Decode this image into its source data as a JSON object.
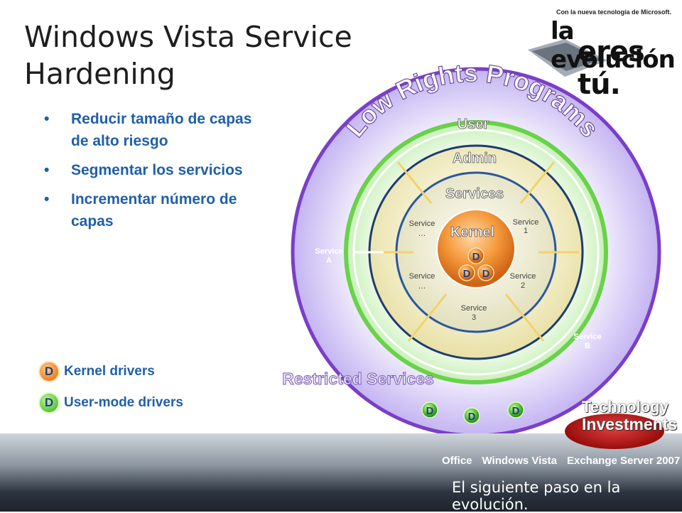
{
  "title": "Windows Vista Service Hardening",
  "bullets": [
    "Reducir tamaño de capas de alto riesgo",
    "Segmentar los servicios",
    "Incrementar número de capas"
  ],
  "legend": {
    "kernel": {
      "letter": "D",
      "label": "Kernel drivers"
    },
    "user": {
      "letter": "D",
      "label": "User-mode drivers"
    }
  },
  "diagram": {
    "ring_low_rights": "Low Rights Programs",
    "ring_user": "User",
    "ring_admin": "Admin",
    "ring_services": "Services",
    "core_kernel": "Kernel",
    "restricted": "Restricted Services",
    "service_a": [
      "Service",
      "A"
    ],
    "service_b": [
      "Service",
      "B"
    ],
    "service_1": [
      "Service",
      "1"
    ],
    "service_2": [
      "Service",
      "2"
    ],
    "service_3": [
      "Service",
      "3"
    ],
    "service_dots_top": [
      "Service",
      "…"
    ],
    "service_dots_bottom": [
      "Service",
      "…"
    ],
    "driver_letter": "D"
  },
  "branding": {
    "small": "Con la nueva tecnología de Microsoft.",
    "line1": "la evolución",
    "line2": "eres tú.",
    "badge_line1": "Technology",
    "badge_line2": "Investments",
    "brands": [
      "Office",
      "Windows Vista",
      "Exchange Server 2007"
    ],
    "tagline": "El siguiente paso en la evolución."
  },
  "colors": {
    "accent_blue": "#1f5fa8",
    "purple_ring": "#7a3fc8",
    "green_ring": "#6ad24a",
    "kernel_orange": "#f08020"
  }
}
